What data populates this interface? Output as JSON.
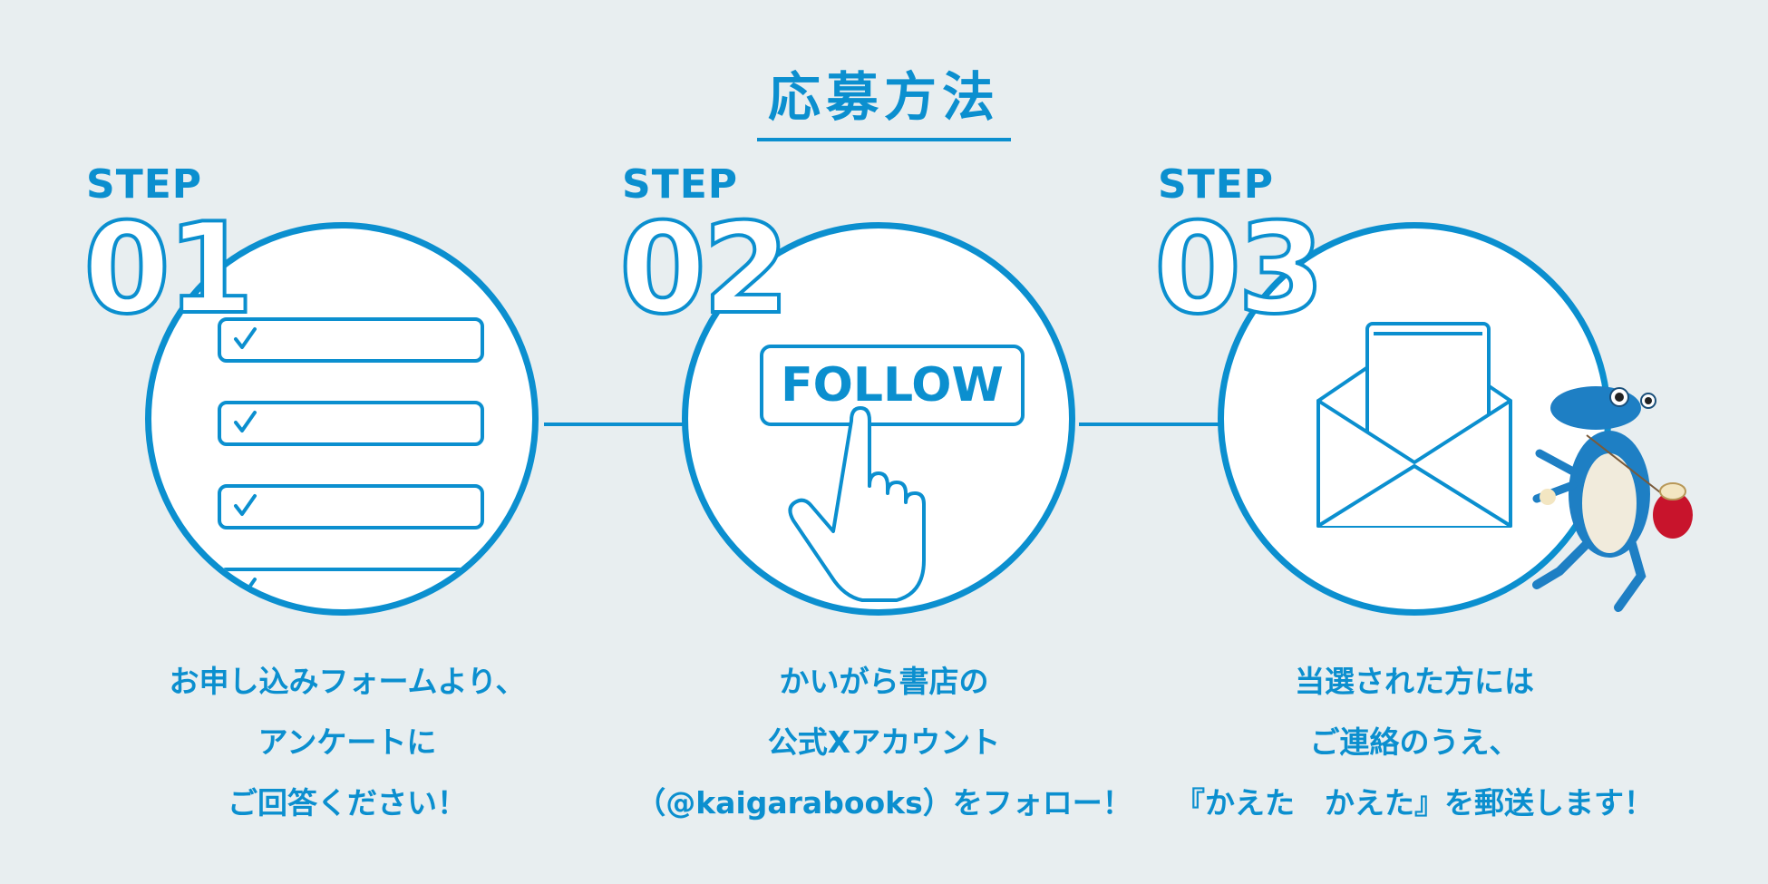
{
  "title": "応募方法",
  "steps": [
    {
      "step_label": "STEP",
      "number": "01",
      "icon": "checklist-form-icon",
      "lines": [
        "お申し込みフォームより、",
        "アンケートに",
        "ご回答ください！"
      ]
    },
    {
      "step_label": "STEP",
      "number": "02",
      "icon": "follow-button-icon",
      "button_text": "FOLLOW",
      "lines": [
        "かいがら書店の",
        "公式Xアカウント",
        "（@kaigarabooks）をフォロー！"
      ]
    },
    {
      "step_label": "STEP",
      "number": "03",
      "icon": "envelope-book-icon",
      "lines": [
        "当選された方には",
        "ご連絡のうえ、",
        "『かえた　かえた』を郵送します！"
      ]
    }
  ],
  "colors": {
    "accent": "#0b8fcf",
    "background": "#e8eef0",
    "frog": "#1e7fc4",
    "bag": "#c8142c"
  }
}
